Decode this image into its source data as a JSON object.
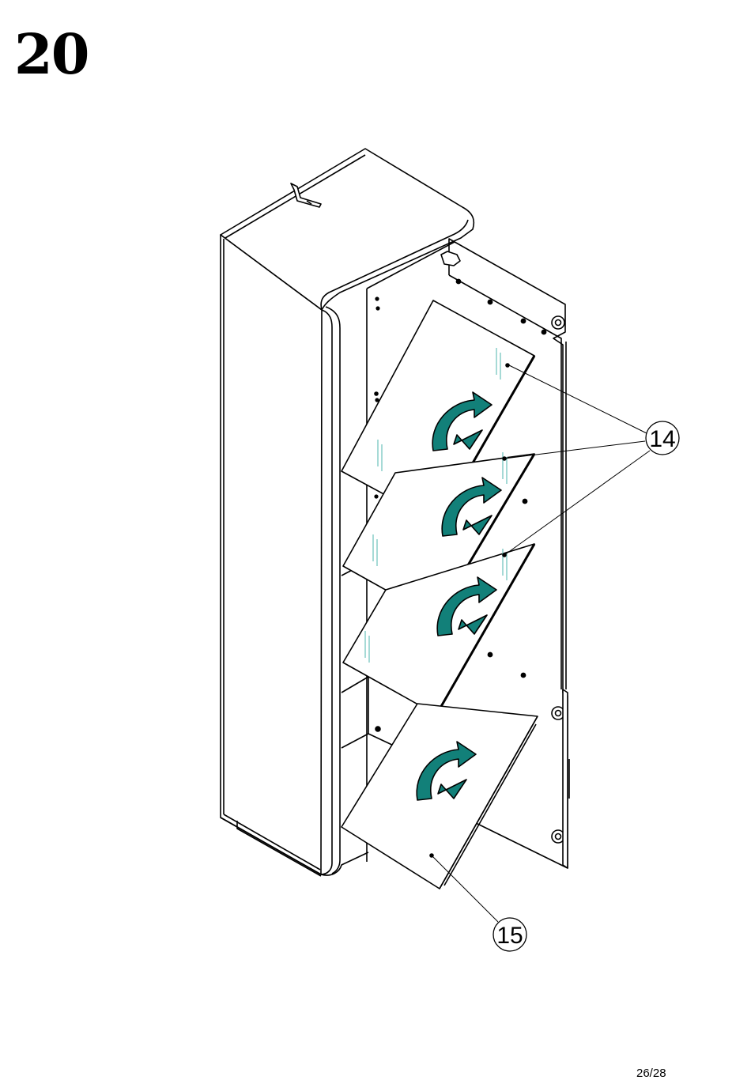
{
  "step": {
    "number": "20"
  },
  "callouts": [
    {
      "label": "14"
    },
    {
      "label": "15"
    }
  ],
  "footer": {
    "page": "26/28"
  },
  "colors": {
    "arrow": "#128079",
    "line": "#000000",
    "glass_mark": "#7fc9c4",
    "background": "#ffffff"
  },
  "icons": {
    "insert_arrow": "curved-rotate-arrow-with-push-arrow"
  }
}
